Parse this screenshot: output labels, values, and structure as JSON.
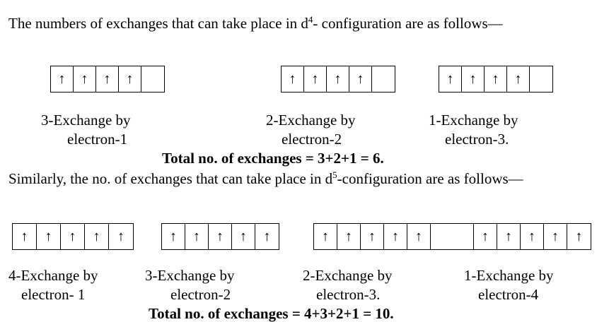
{
  "intro_d4": {
    "pre": "The numbers of exchanges that can take place in d",
    "sup": "4",
    "post": "- configuration are as follows—"
  },
  "d4_captions": [
    [
      "3-Exchange by",
      "electron-1"
    ],
    [
      "2-Exchange by",
      "electron-2"
    ],
    [
      "1-Exchange by",
      "electron-3."
    ]
  ],
  "total_d4": "Total no. of exchanges = 3+2+1 = 6.",
  "intro_d5": {
    "pre": "Similarly, the no. of exchanges that can take place in d",
    "sup": "5",
    "post": "-configuration are as follows—"
  },
  "d5_captions": [
    [
      "4-Exchange by",
      "electron- 1"
    ],
    [
      "3-Exchange by",
      "electron-2"
    ],
    [
      "2-Exchange by",
      "electron-3."
    ],
    [
      "1-Exchange by",
      "electron-4"
    ]
  ],
  "total_d5": "Total no. of exchanges = 4+3+2+1 = 10.",
  "arrow": "↑"
}
